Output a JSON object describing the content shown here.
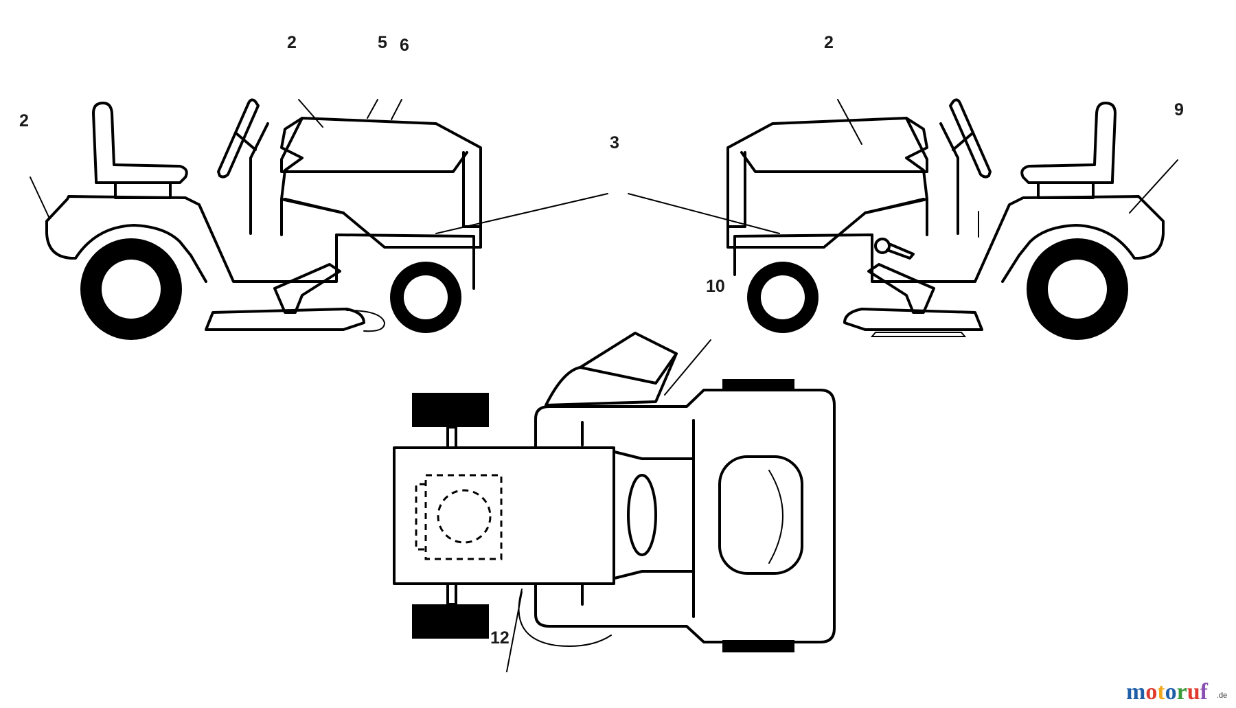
{
  "callouts": {
    "c1": "2",
    "c2": "5",
    "c3": "6",
    "c4": "2",
    "c5": "2",
    "c6": "3",
    "c7": "9",
    "c8": "10",
    "c9": "12"
  },
  "watermark": {
    "m1": "m",
    "o1": "o",
    "t": "t",
    "o2": "o",
    "r": "r",
    "u": "u",
    "f": "f",
    "suffix": ".de",
    "colors": [
      "#1f5fa8",
      "#e03a2f",
      "#f2a81d",
      "#1f5fa8",
      "#3a9d3a",
      "#e03a2f",
      "#8a4fb3"
    ]
  }
}
